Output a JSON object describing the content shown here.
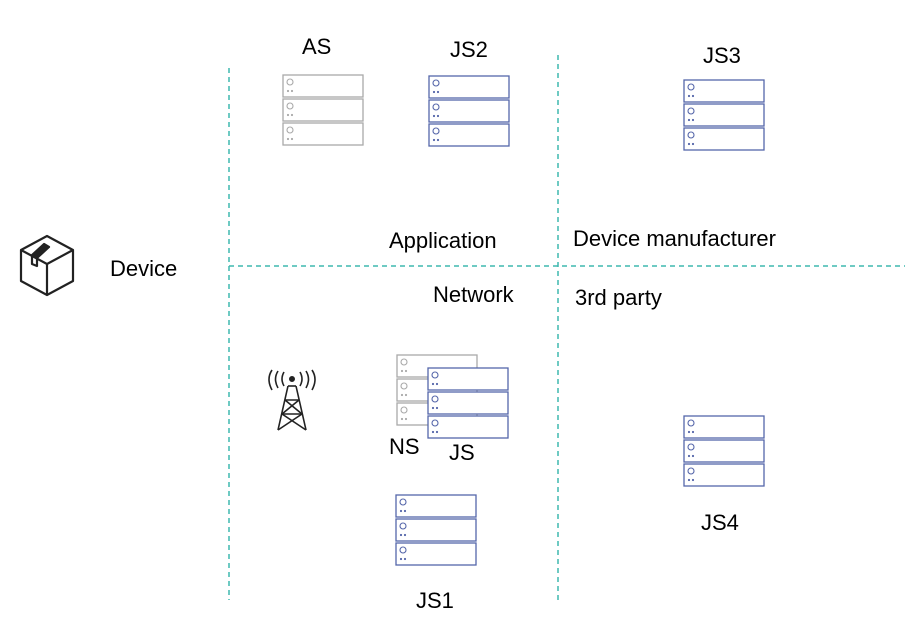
{
  "labels": {
    "device": "Device",
    "as": "AS",
    "js2": "JS2",
    "js3": "JS3",
    "application": "Application",
    "device_manufacturer": "Device manufacturer",
    "network": "Network",
    "third_party": "3rd party",
    "ns": "NS",
    "js": "JS",
    "js1": "JS1",
    "js4": "JS4"
  },
  "colors": {
    "divider": "#3fb8af",
    "server_blue": "#5566aa",
    "server_gray": "#a9a9a9",
    "icon_stroke": "#222222"
  },
  "icons": {
    "device": "package-box-icon",
    "gateway": "radio-tower-icon",
    "server": "server-rack-icon"
  }
}
